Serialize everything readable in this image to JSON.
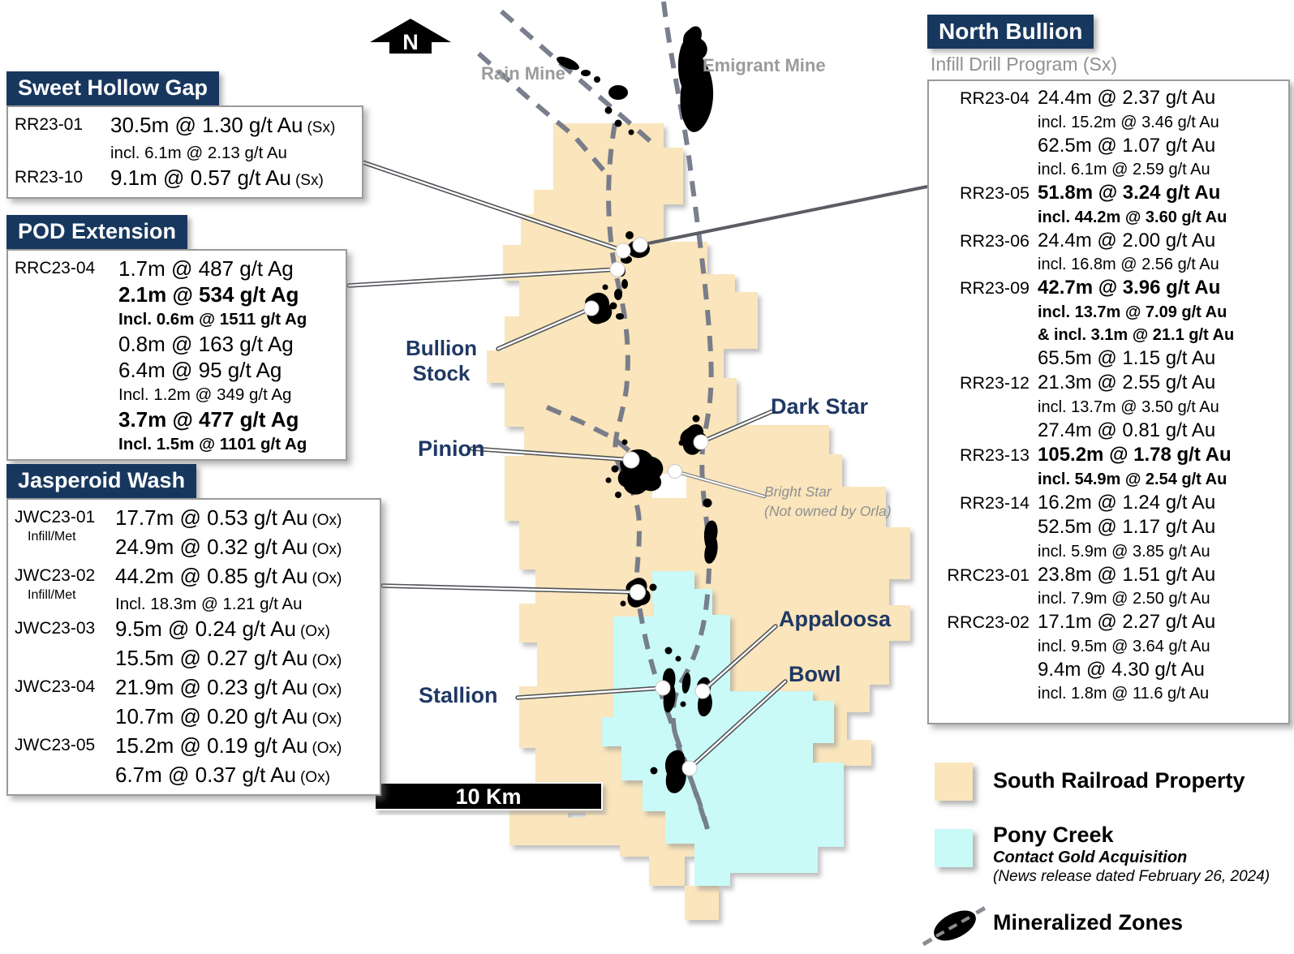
{
  "colors": {
    "navy": "#17375E",
    "label-navy": "#1F3864",
    "tan": "#FAE5BC",
    "pony-blue": "#C9FAF8",
    "gray-label": "#9A9B9D",
    "dash-gray": "#6F7585"
  },
  "map": {
    "north_label": "N",
    "scale_label": "10 Km",
    "rain_mine": "Rain Mine",
    "emigrant_mine": "Emigrant Mine",
    "bullion_stock": [
      "Bullion",
      "Stock"
    ],
    "pinion": "Pinion",
    "dark_star": "Dark Star",
    "bright_star_line1": "Bright Star",
    "bright_star_line2": "(Not owned by Orla)",
    "appaloosa": "Appaloosa",
    "bowl": "Bowl",
    "stallion": "Stallion"
  },
  "panels": {
    "sweet_hollow_gap": {
      "title": "Sweet Hollow Gap",
      "rows": [
        {
          "hole": "RR23-01",
          "lines": [
            {
              "t": "30.5m @ 1.30 g/t Au",
              "suffix": "(Sx)"
            },
            {
              "t": "incl. 6.1m @ 2.13 g/t Au",
              "s": true
            }
          ]
        },
        {
          "hole": "RR23-10",
          "lines": [
            {
              "t": "9.1m @ 0.57 g/t Au",
              "suffix": "(Sx)"
            }
          ]
        }
      ]
    },
    "pod_extension": {
      "title": "POD Extension",
      "rows": [
        {
          "hole": "RRC23-04",
          "lines": [
            {
              "t": "1.7m @ 487 g/t Ag"
            },
            {
              "t": "2.1m @ 534 g/t Ag",
              "b": true
            },
            {
              "t": "Incl. 0.6m @ 1511 g/t Ag",
              "b": true,
              "s": true
            },
            {
              "t": "0.8m @ 163 g/t Ag"
            },
            {
              "t": "6.4m @ 95 g/t Ag"
            },
            {
              "t": "Incl. 1.2m @ 349 g/t Ag",
              "s": true
            },
            {
              "t": "3.7m @ 477 g/t Ag",
              "b": true
            },
            {
              "t": "Incl. 1.5m @ 1101 g/t Ag",
              "b": true,
              "s": true
            }
          ]
        }
      ]
    },
    "jasperoid_wash": {
      "title": "Jasperoid Wash",
      "rows": [
        {
          "hole": "JWC23-01",
          "note": "Infill/Met",
          "lines": [
            {
              "t": "17.7m @ 0.53 g/t Au",
              "suffix": "(Ox)"
            },
            {
              "t": "24.9m @ 0.32 g/t Au",
              "suffix": "(Ox)"
            }
          ]
        },
        {
          "hole": "JWC23-02",
          "note": "Infill/Met",
          "lines": [
            {
              "t": "44.2m @ 0.85 g/t Au",
              "suffix": "(Ox)"
            },
            {
              "t": "Incl. 18.3m @ 1.21 g/t Au",
              "s": true
            }
          ]
        },
        {
          "hole": "JWC23-03",
          "lines": [
            {
              "t": "9.5m @ 0.24 g/t Au",
              "suffix": "(Ox)"
            },
            {
              "t": "15.5m @ 0.27 g/t Au",
              "suffix": "(Ox)"
            }
          ]
        },
        {
          "hole": "JWC23-04",
          "lines": [
            {
              "t": "21.9m @ 0.23 g/t Au",
              "suffix": "(Ox)"
            },
            {
              "t": "10.7m @ 0.20 g/t Au",
              "suffix": "(Ox)"
            }
          ]
        },
        {
          "hole": "JWC23-05",
          "lines": [
            {
              "t": "15.2m @ 0.19 g/t Au",
              "suffix": "(Ox)"
            },
            {
              "t": "6.7m @ 0.37 g/t Au",
              "suffix": "(Ox)"
            }
          ]
        }
      ]
    },
    "north_bullion": {
      "title": "North Bullion",
      "subtitle": "Infill Drill Program (Sx)",
      "rows": [
        {
          "hole": "RR23-04",
          "lines": [
            {
              "t": "24.4m @ 2.37 g/t Au"
            },
            {
              "t": "incl. 15.2m @ 3.46 g/t Au",
              "s": true
            },
            {
              "t": "62.5m @ 1.07 g/t Au"
            },
            {
              "t": "incl. 6.1m @ 2.59 g/t Au",
              "s": true
            }
          ]
        },
        {
          "hole": "RR23-05",
          "lines": [
            {
              "t": "51.8m @ 3.24 g/t Au",
              "b": true
            },
            {
              "t": "incl. 44.2m @ 3.60 g/t Au",
              "b": true,
              "s": true
            }
          ]
        },
        {
          "hole": "RR23-06",
          "lines": [
            {
              "t": "24.4m @ 2.00 g/t Au"
            },
            {
              "t": "incl. 16.8m @ 2.56 g/t Au",
              "s": true
            }
          ]
        },
        {
          "hole": "RR23-09",
          "lines": [
            {
              "t": "42.7m @ 3.96 g/t Au",
              "b": true
            },
            {
              "t": "incl. 13.7m @ 7.09 g/t Au",
              "b": true,
              "s": true
            },
            {
              "t": "& incl. 3.1m @ 21.1 g/t Au",
              "b": true,
              "s": true
            },
            {
              "t": "65.5m @ 1.15 g/t Au"
            }
          ]
        },
        {
          "hole": "RR23-12",
          "lines": [
            {
              "t": "21.3m @ 2.55 g/t Au"
            },
            {
              "t": "incl. 13.7m @ 3.50 g/t Au",
              "s": true
            },
            {
              "t": "27.4m @ 0.81 g/t Au"
            }
          ]
        },
        {
          "hole": "RR23-13",
          "lines": [
            {
              "t": "105.2m @ 1.78 g/t Au",
              "b": true
            },
            {
              "t": "incl. 54.9m @ 2.54 g/t Au",
              "b": true,
              "s": true
            }
          ]
        },
        {
          "hole": "RR23-14",
          "lines": [
            {
              "t": "16.2m @ 1.24 g/t Au"
            },
            {
              "t": "52.5m @ 1.17 g/t Au"
            },
            {
              "t": "incl. 5.9m @ 3.85 g/t Au",
              "s": true
            }
          ]
        },
        {
          "hole": "RRC23-01",
          "lines": [
            {
              "t": "23.8m @ 1.51 g/t Au"
            },
            {
              "t": "incl. 7.9m @ 2.50 g/t Au",
              "s": true
            }
          ]
        },
        {
          "hole": "RRC23-02",
          "lines": [
            {
              "t": "17.1m @ 2.27 g/t Au"
            },
            {
              "t": "incl. 9.5m @ 3.64 g/t Au",
              "s": true
            },
            {
              "t": "9.4m @ 4.30 g/t Au"
            },
            {
              "t": "incl. 1.8m @ 11.6 g/t Au",
              "s": true
            }
          ]
        }
      ]
    }
  },
  "legend": {
    "south_railroad": "South Railroad Property",
    "pony_creek": "Pony Creek",
    "pony_creek_sub": "Contact Gold Acquisition",
    "pony_creek_note": "(News release dated February 26, 2024)",
    "mineralized_zones": "Mineralized Zones"
  }
}
